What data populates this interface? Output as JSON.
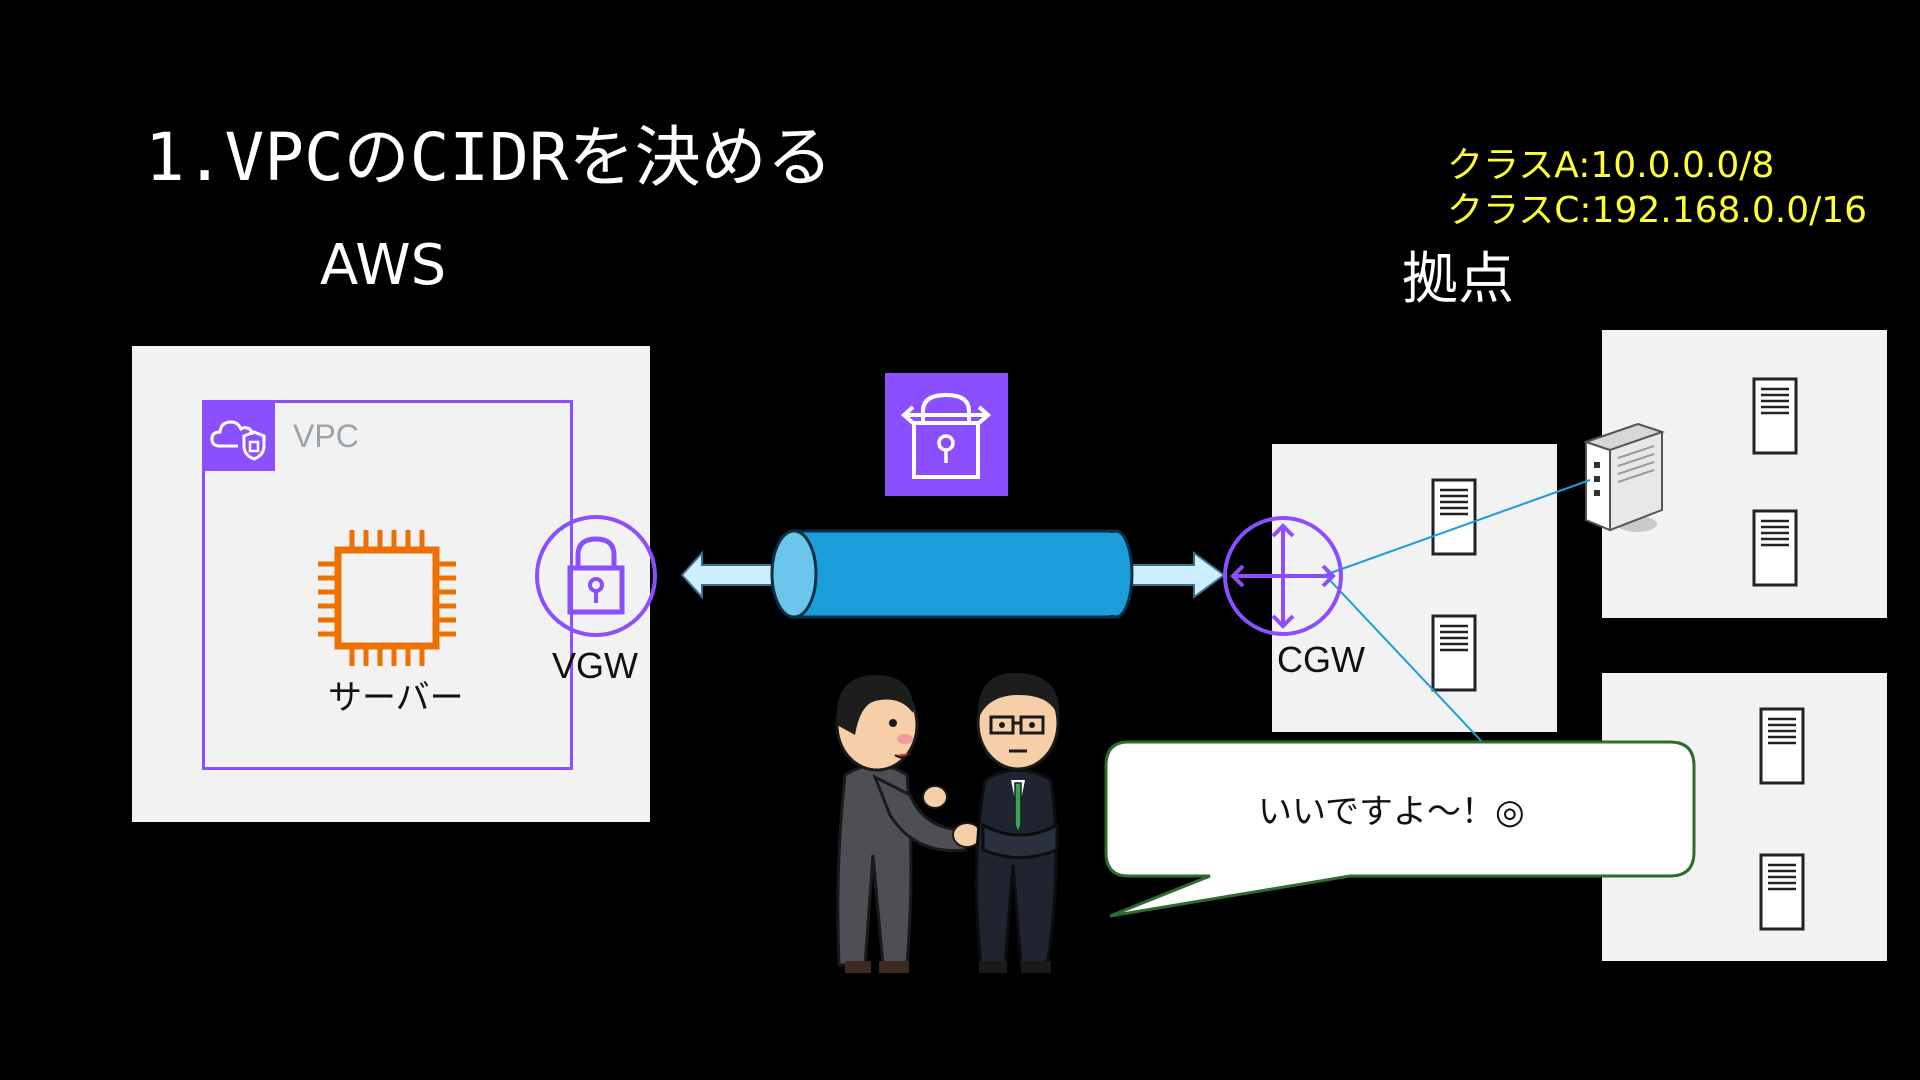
{
  "slide": {
    "title": "1.VPCのCIDRを決める"
  },
  "aws": {
    "label": "AWS",
    "vpc_label": "VPC",
    "server_label": "サーバー",
    "vgw_label": "VGW"
  },
  "site": {
    "label": "拠点",
    "cgw_label": "CGW",
    "class_a": "クラスA:10.0.0.0/8",
    "class_c": "クラスC:192.168.0.0/16"
  },
  "bubble": {
    "text": "いいですよ～！◎"
  },
  "colors": {
    "background": "#000000",
    "title_text": "#ffffff",
    "note_text": "#ffff33",
    "panel": "#f2f2f2",
    "aws_purple": "#8c4fff",
    "ec2_orange": "#ed7100",
    "tunnel_blue": "#1b9dd9",
    "tunnel_cap": "#6cc6ec",
    "arrow_fill": "#cdeeff",
    "link_line": "#1b9dd9",
    "bubble_border": "#2e6b2e"
  },
  "icons": [
    "vpc-cloud-shield-icon",
    "ec2-chip-icon",
    "vgw-lock-icon",
    "vpn-lock-icon",
    "cgw-router-icon",
    "server-rack-icon",
    "network-appliance-icon",
    "business-people-illustration"
  ]
}
